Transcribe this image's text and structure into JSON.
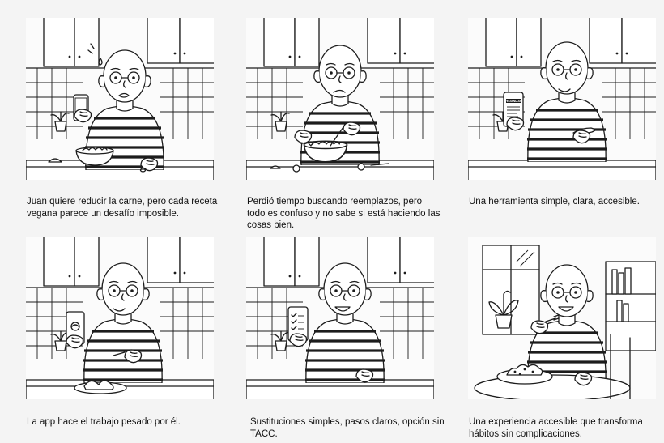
{
  "storyboard": {
    "panels": [
      {
        "caption": "Juan quiere reducir la carne, pero cada receta vegana parece un desafío imposible."
      },
      {
        "caption": "Perdió tiempo buscando reemplazos, pero todo es confuso y no sabe si está haciendo las cosas bien."
      },
      {
        "caption": "Una herramienta simple, clara, accesible.",
        "phone_screen_text": "VEGANIZAR"
      },
      {
        "caption": "La app hace el trabajo pesado por él."
      },
      {
        "caption": " Sustituciones simples, pasos claros, opción sin TACC."
      },
      {
        "caption": "Una experiencia accesible que transforma hábitos sin complicaciones."
      }
    ]
  }
}
